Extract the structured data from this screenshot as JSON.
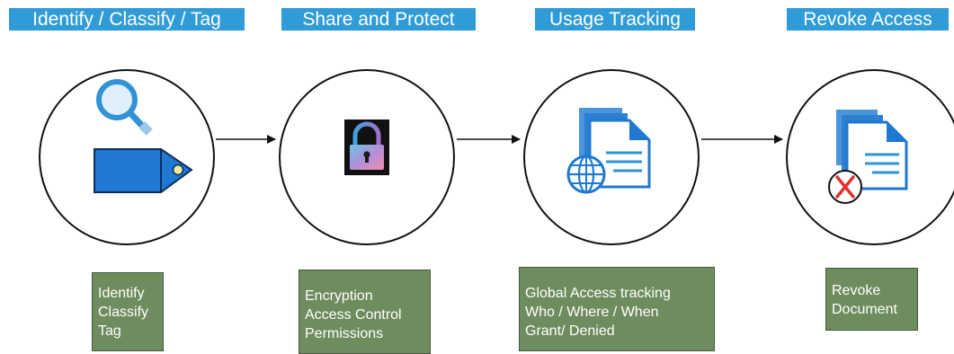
{
  "steps": [
    {
      "title": "Identify / Classify / Tag",
      "description": [
        "Identify",
        "Classify",
        "Tag"
      ],
      "icons": [
        "magnifier-icon",
        "tag-icon"
      ]
    },
    {
      "title": "Share and Protect",
      "description": [
        "Encryption",
        "Access Control",
        "Permissions"
      ],
      "icons": [
        "padlock-icon"
      ]
    },
    {
      "title": "Usage Tracking",
      "description": [
        "Global Access tracking",
        "Who / Where / When",
        "Grant/ Denied"
      ],
      "icons": [
        "documents-globe-icon"
      ]
    },
    {
      "title": "Revoke Access",
      "description": [
        "Revoke",
        "Document"
      ],
      "icons": [
        "documents-revoke-icon"
      ]
    }
  ],
  "colors": {
    "header_bg": "#2f9bd7",
    "desc_bg": "#6f8c5f",
    "icon_blue": "#1f78d1",
    "revoke_red": "#e03030"
  }
}
